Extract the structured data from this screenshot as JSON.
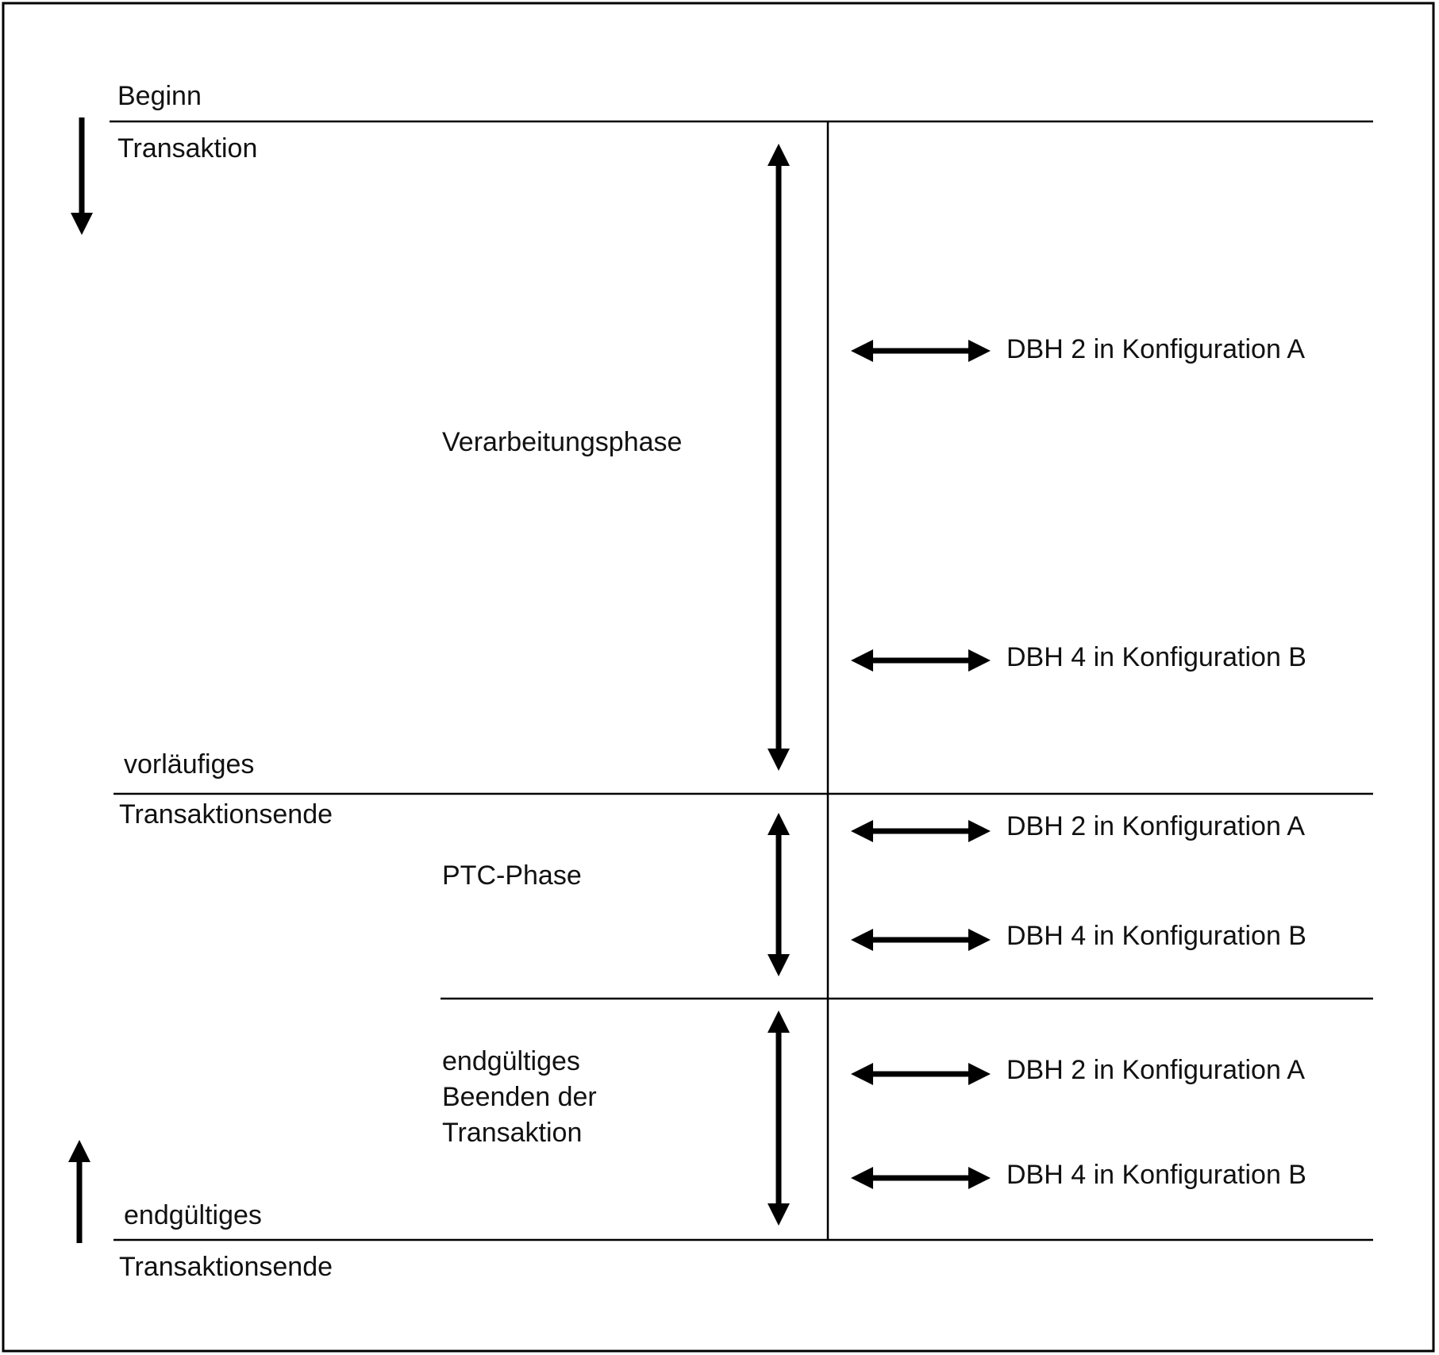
{
  "diagram": {
    "title": "",
    "colors": {
      "line": "#000000",
      "text": "#111111",
      "background": "#ffffff"
    },
    "labels": {
      "begin_line1": "Beginn",
      "begin_line2": "Transaktion",
      "prelim_end_line1": "vorläufiges",
      "prelim_end_line2": "Transaktionsende",
      "final_end_line1": "endgültiges",
      "final_end_line2": "Transaktionsende"
    },
    "phases": [
      {
        "label_lines": [
          "Verarbeitungsphase"
        ],
        "dbh_entries": [
          "DBH 2 in Konfiguration A",
          "DBH 4 in Konfiguration B"
        ]
      },
      {
        "label_lines": [
          "PTC-Phase"
        ],
        "dbh_entries": [
          "DBH 2 in Konfiguration A",
          "DBH 4 in Konfiguration B"
        ]
      },
      {
        "label_lines": [
          "endgültiges",
          "Beenden der",
          "Transaktion"
        ],
        "dbh_entries": [
          "DBH 2 in Konfiguration A",
          "DBH 4 in Konfiguration B"
        ]
      }
    ]
  }
}
